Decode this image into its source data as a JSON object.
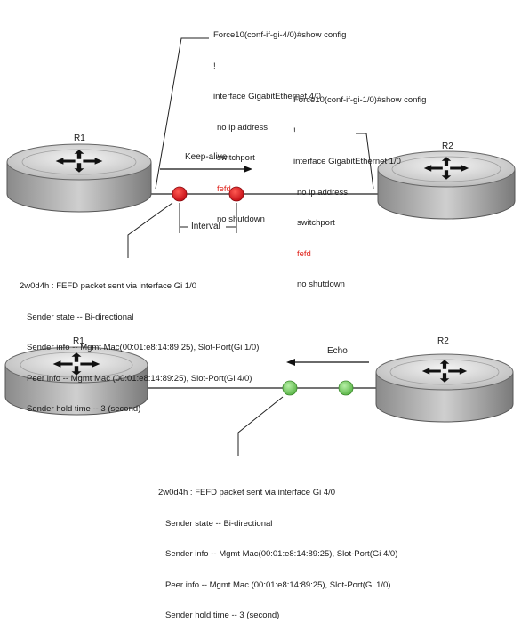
{
  "top": {
    "r1_label": "R1",
    "r2_label": "R2",
    "keepalive_label": "Keep-alive",
    "interval_label": "Interval",
    "config_r1": {
      "prompt": "Force10(conf-if-gi-4/0)#show config",
      "bang": "!",
      "iface": "interface GigabitEthernet 4/0",
      "lines": [
        "no ip address",
        "switchport"
      ],
      "fefd": "fefd",
      "last": "no shutdown"
    },
    "config_r2": {
      "prompt": "Force10(conf-if-gi-1/0)#show config",
      "bang": "!",
      "iface": "interface GigabitEthernet 1/0",
      "lines": [
        "no ip address",
        "switchport"
      ],
      "fefd": "fefd",
      "last": "no shutdown"
    },
    "log": {
      "header": "2w0d4h : FEFD packet sent via interface Gi 1/0",
      "lines": [
        "Sender state -- Bi-directional",
        "Sender info -- Mgmt Mac(00:01:e8:14:89:25), Slot-Port(Gi 1/0)",
        "Peer info -- Mgmt Mac (00:01:e8:14:89:25), Slot-Port(Gi 4/0)",
        "Sender hold time -- 3 (second)"
      ]
    }
  },
  "bottom": {
    "r1_label": "R1",
    "r2_label": "R2",
    "echo_label": "Echo",
    "log": {
      "header": "2w0d4h : FEFD packet sent via interface Gi 4/0",
      "lines": [
        "Sender state -- Bi-directional",
        "Sender info -- Mgmt Mac(00:01:e8:14:89:25), Slot-Port(Gi 4/0)",
        "Peer info -- Mgmt Mac (00:01:e8:14:89:25), Slot-Port(Gi 1/0)",
        "Sender hold time -- 3 (second)"
      ]
    }
  },
  "colors": {
    "fefd_text": "#e0231b",
    "red_packet": "#d9141c",
    "green_packet": "#7ccb6a"
  }
}
